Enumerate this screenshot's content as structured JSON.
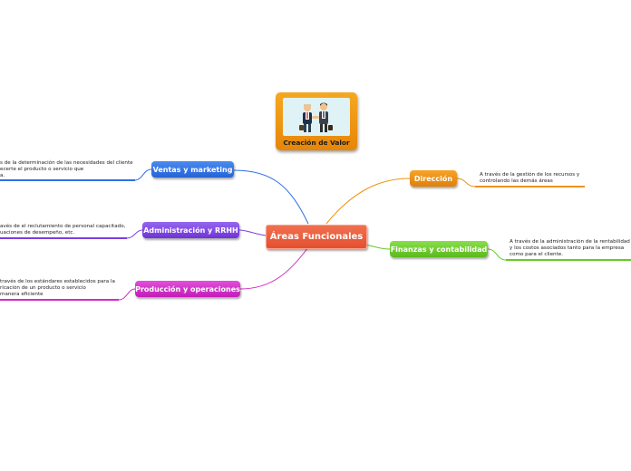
{
  "central": {
    "label": "Áreas Funcionales",
    "color": "#e9593a"
  },
  "valor": {
    "label": "Creación de Valor",
    "image_icon": "handshake-people-icon",
    "color": "#f39c12"
  },
  "branches": [
    {
      "id": "ventas",
      "label": "Ventas y marketing",
      "color": "#2f6fe6",
      "note_lines": [
        "s de la determinación de las necesidades del cliente",
        "ecerte el producto o servicio que",
        "a."
      ]
    },
    {
      "id": "rrhh",
      "label": "Administración y RRHH",
      "color": "#7b3fe0",
      "note_lines": [
        "avés de el reclutamiento de personal capacitado,",
        "uaciones de desempeño, etc."
      ]
    },
    {
      "id": "produccion",
      "label": "Producción y operaciones",
      "color": "#d12bc8",
      "note_lines": [
        "través de los estándares establecidos para la",
        "ricación de un producto o servicio",
        " manera eficiente"
      ]
    },
    {
      "id": "direccion",
      "label": "Dirección",
      "color": "#f0920e",
      "note_lines": [
        "A través de la gestión de los recursos y",
        "controlando las demás áreas"
      ]
    },
    {
      "id": "finanzas",
      "label": "Finanzas y contabilidad",
      "color": "#66cc22",
      "note_lines": [
        "A través de la administración de la rentabilidad",
        "y los costos asociados tanto para la empresa",
        "como para el cliente."
      ]
    }
  ]
}
